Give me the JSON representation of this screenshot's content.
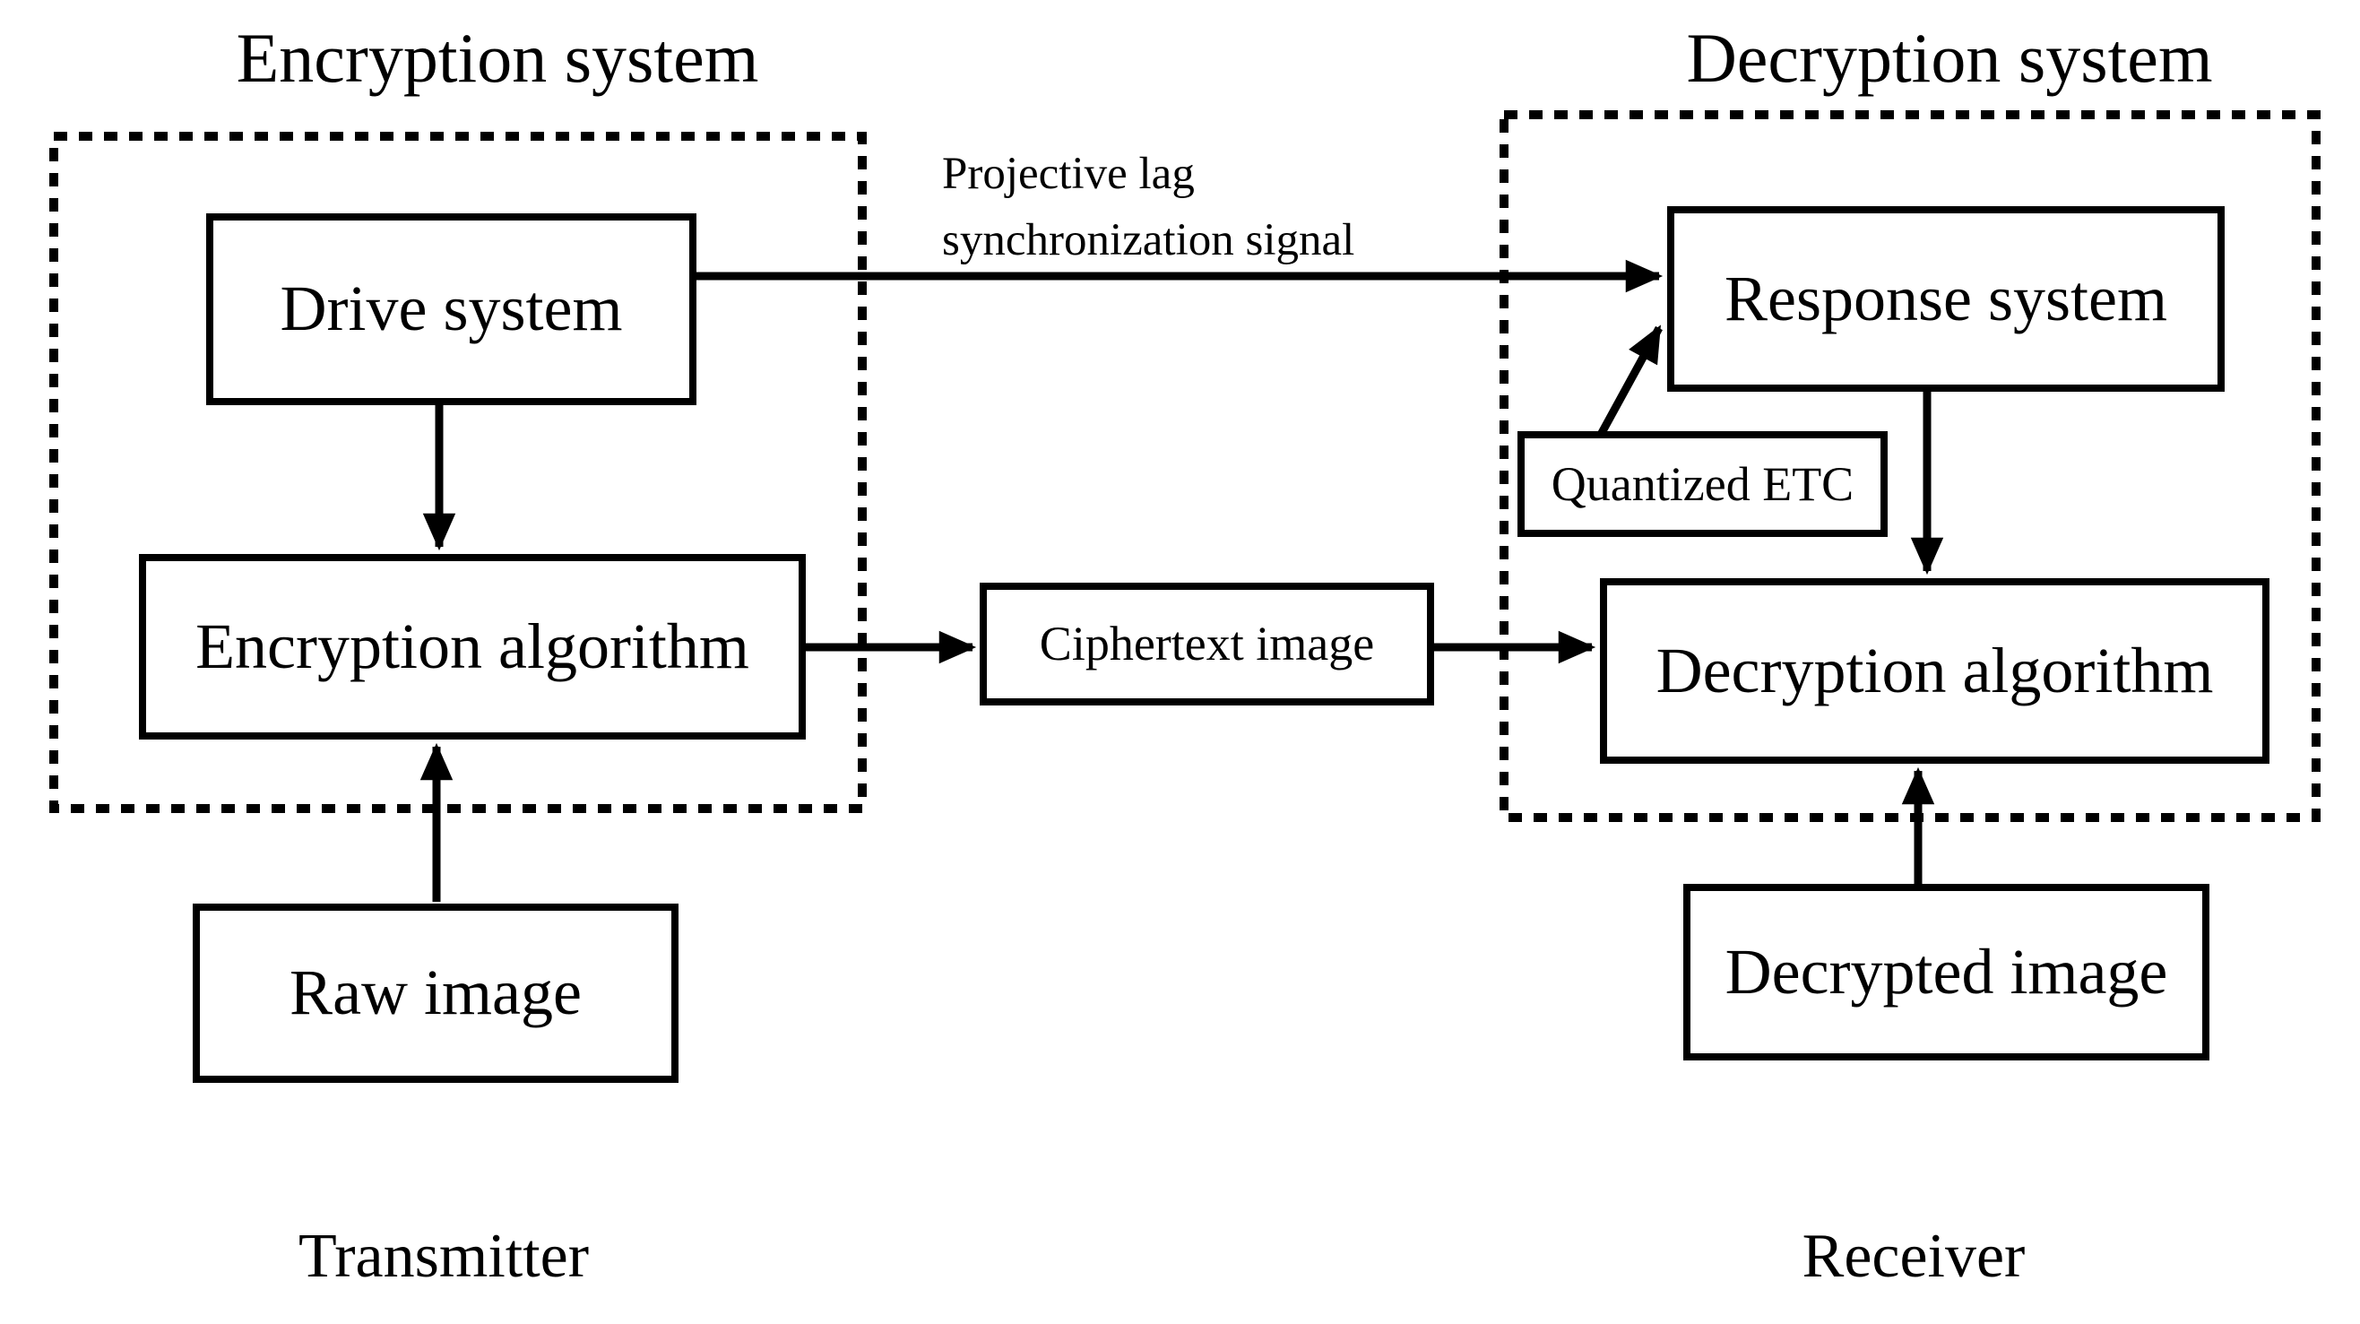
{
  "diagram": {
    "titles": {
      "encryption": "Encryption system",
      "decryption": "Decryption system"
    },
    "boxes": {
      "drive_system": {
        "label": "Drive system"
      },
      "encryption_algorithm": {
        "label": "Encryption algorithm"
      },
      "raw_image": {
        "label": "Raw image"
      },
      "ciphertext_image": {
        "label": "Ciphertext image"
      },
      "response_system": {
        "label": "Response system"
      },
      "quantized_etc": {
        "label": "Quantized ETC"
      },
      "decryption_algorithm": {
        "label": "Decryption algorithm"
      },
      "decrypted_image": {
        "label": "Decrypted image"
      }
    },
    "arrow_label": {
      "line1": "Projective lag",
      "line2": "synchronization signal"
    },
    "footer_labels": {
      "transmitter": "Transmitter",
      "receiver": "Receiver"
    },
    "colors": {
      "line": "#000000",
      "text": "#000000",
      "background": "#ffffff"
    }
  }
}
